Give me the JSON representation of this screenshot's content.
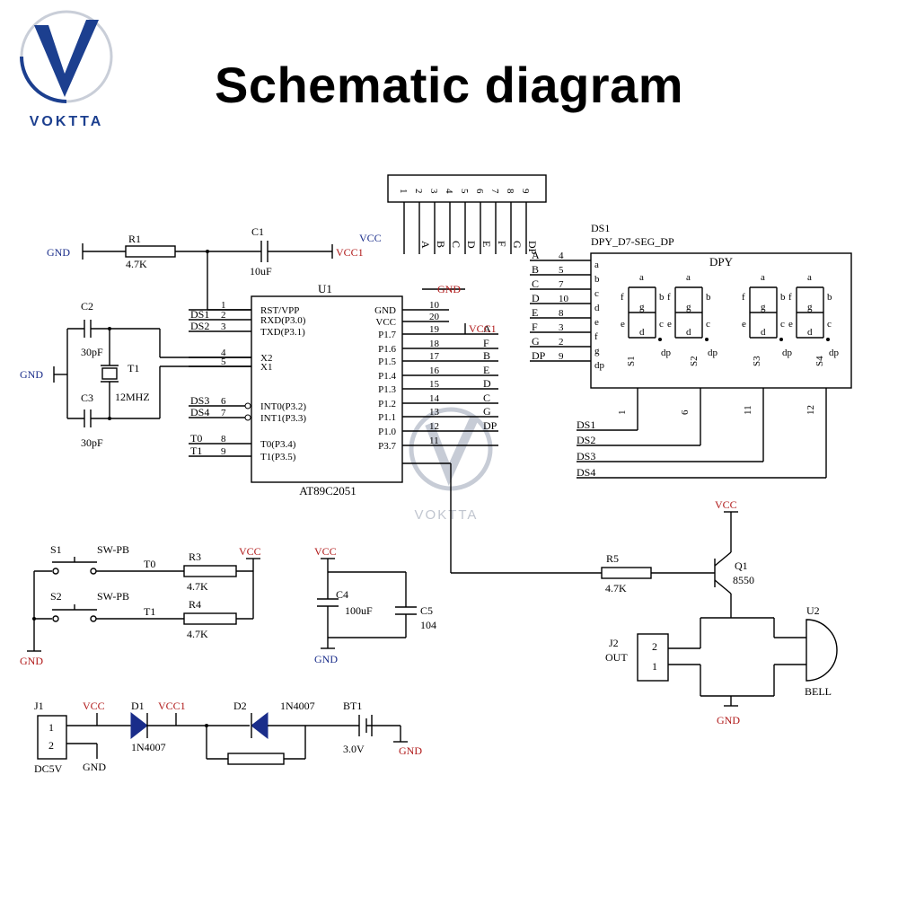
{
  "brand": {
    "name": "VOKTTA"
  },
  "title": "Schematic diagram",
  "colors": {
    "ink": "#000000",
    "net_blue": "#1a2d8a",
    "net_red": "#b01818",
    "logo_blue": "#1c3f8f"
  },
  "u1": {
    "ref": "U1",
    "part": "AT89C2051",
    "left_pins": [
      {
        "num": "1",
        "name": "RST/VPP",
        "net": ""
      },
      {
        "num": "2",
        "name": "RXD(P3.0)",
        "net": "DS1"
      },
      {
        "num": "3",
        "name": "TXD(P3.1)",
        "net": "DS2"
      },
      {
        "num": "4",
        "name": "X2",
        "net": ""
      },
      {
        "num": "5",
        "name": "X1",
        "net": ""
      },
      {
        "num": "6",
        "name": "INT0(P3.2)",
        "net": "DS3"
      },
      {
        "num": "7",
        "name": "INT1(P3.3)",
        "net": "DS4"
      },
      {
        "num": "8",
        "name": "T0(P3.4)",
        "net": "T0"
      },
      {
        "num": "9",
        "name": "T1(P3.5)",
        "net": "T1"
      }
    ],
    "right_pins": [
      {
        "num": "10",
        "name": "GND",
        "net": "GND"
      },
      {
        "num": "20",
        "name": "VCC",
        "net": "VCC1"
      },
      {
        "num": "19",
        "name": "P1.7",
        "net": "A"
      },
      {
        "num": "18",
        "name": "P1.6",
        "net": "F"
      },
      {
        "num": "17",
        "name": "P1.5",
        "net": "B"
      },
      {
        "num": "16",
        "name": "P1.4",
        "net": "E"
      },
      {
        "num": "15",
        "name": "P1.3",
        "net": "D"
      },
      {
        "num": "14",
        "name": "P1.2",
        "net": "C"
      },
      {
        "num": "13",
        "name": "P1.1",
        "net": "G"
      },
      {
        "num": "12",
        "name": "P1.0",
        "net": "DP"
      },
      {
        "num": "11",
        "name": "P3.7",
        "net": ""
      }
    ]
  },
  "header9": {
    "pins": [
      "1",
      "2",
      "3",
      "4",
      "5",
      "6",
      "7",
      "8",
      "9"
    ],
    "nets": [
      "VCC",
      "A",
      "B",
      "C",
      "D",
      "E",
      "F",
      "G",
      "DP"
    ]
  },
  "ds1": {
    "ref": "DS1",
    "part": "DPY_D7-SEG_DP",
    "label": "DPY",
    "pins": [
      {
        "net": "A",
        "num": "4",
        "seg": "a"
      },
      {
        "net": "B",
        "num": "5",
        "seg": "b"
      },
      {
        "net": "C",
        "num": "7",
        "seg": "c"
      },
      {
        "net": "D",
        "num": "10",
        "seg": "d"
      },
      {
        "net": "E",
        "num": "8",
        "seg": "e"
      },
      {
        "net": "F",
        "num": "3",
        "seg": "f"
      },
      {
        "net": "G",
        "num": "2",
        "seg": "g"
      },
      {
        "net": "DP",
        "num": "9",
        "seg": "dp"
      }
    ],
    "digits": [
      {
        "sel": "S1",
        "pin": "1",
        "net": "DS1"
      },
      {
        "sel": "S2",
        "pin": "6",
        "net": "DS2"
      },
      {
        "sel": "S3",
        "pin": "11",
        "net": "DS3"
      },
      {
        "sel": "S4",
        "pin": "12",
        "net": "DS4"
      }
    ],
    "seg_letters": {
      "a": "a",
      "b": "b",
      "c": "c",
      "d": "d",
      "e": "e",
      "f": "f",
      "g": "g",
      "dp": "dp"
    }
  },
  "parts": {
    "r1": {
      "ref": "R1",
      "value": "4.7K"
    },
    "c1": {
      "ref": "C1",
      "value": "10uF"
    },
    "c2": {
      "ref": "C2",
      "value": "30pF"
    },
    "c3": {
      "ref": "C3",
      "value": "30pF"
    },
    "t1": {
      "ref": "T1",
      "value": "12MHZ"
    },
    "s1": {
      "ref": "S1",
      "value": "SW-PB",
      "net": "T0"
    },
    "s2": {
      "ref": "S2",
      "value": "SW-PB",
      "net": "T1"
    },
    "r3": {
      "ref": "R3",
      "value": "4.7K"
    },
    "r4": {
      "ref": "R4",
      "value": "4.7K"
    },
    "c4": {
      "ref": "C4",
      "value": "100uF"
    },
    "c5": {
      "ref": "C5",
      "value": "104"
    },
    "r5": {
      "ref": "R5",
      "value": "4.7K"
    },
    "q1": {
      "ref": "Q1",
      "value": "8550"
    },
    "u2": {
      "ref": "U2",
      "value": "BELL"
    },
    "j2": {
      "ref": "J2",
      "value": "OUT",
      "pins": [
        "2",
        "1"
      ]
    },
    "j1": {
      "ref": "J1",
      "value": "DC5V",
      "pins": [
        "1",
        "2"
      ]
    },
    "d1": {
      "ref": "D1",
      "value": "1N4007"
    },
    "d2": {
      "ref": "D2",
      "value": "1N4007"
    },
    "bt1": {
      "ref": "BT1",
      "value": "3.0V"
    }
  },
  "power": {
    "gnd": "GND",
    "vcc": "VCC",
    "vcc1": "VCC1"
  },
  "watermark": "VOKTTA"
}
